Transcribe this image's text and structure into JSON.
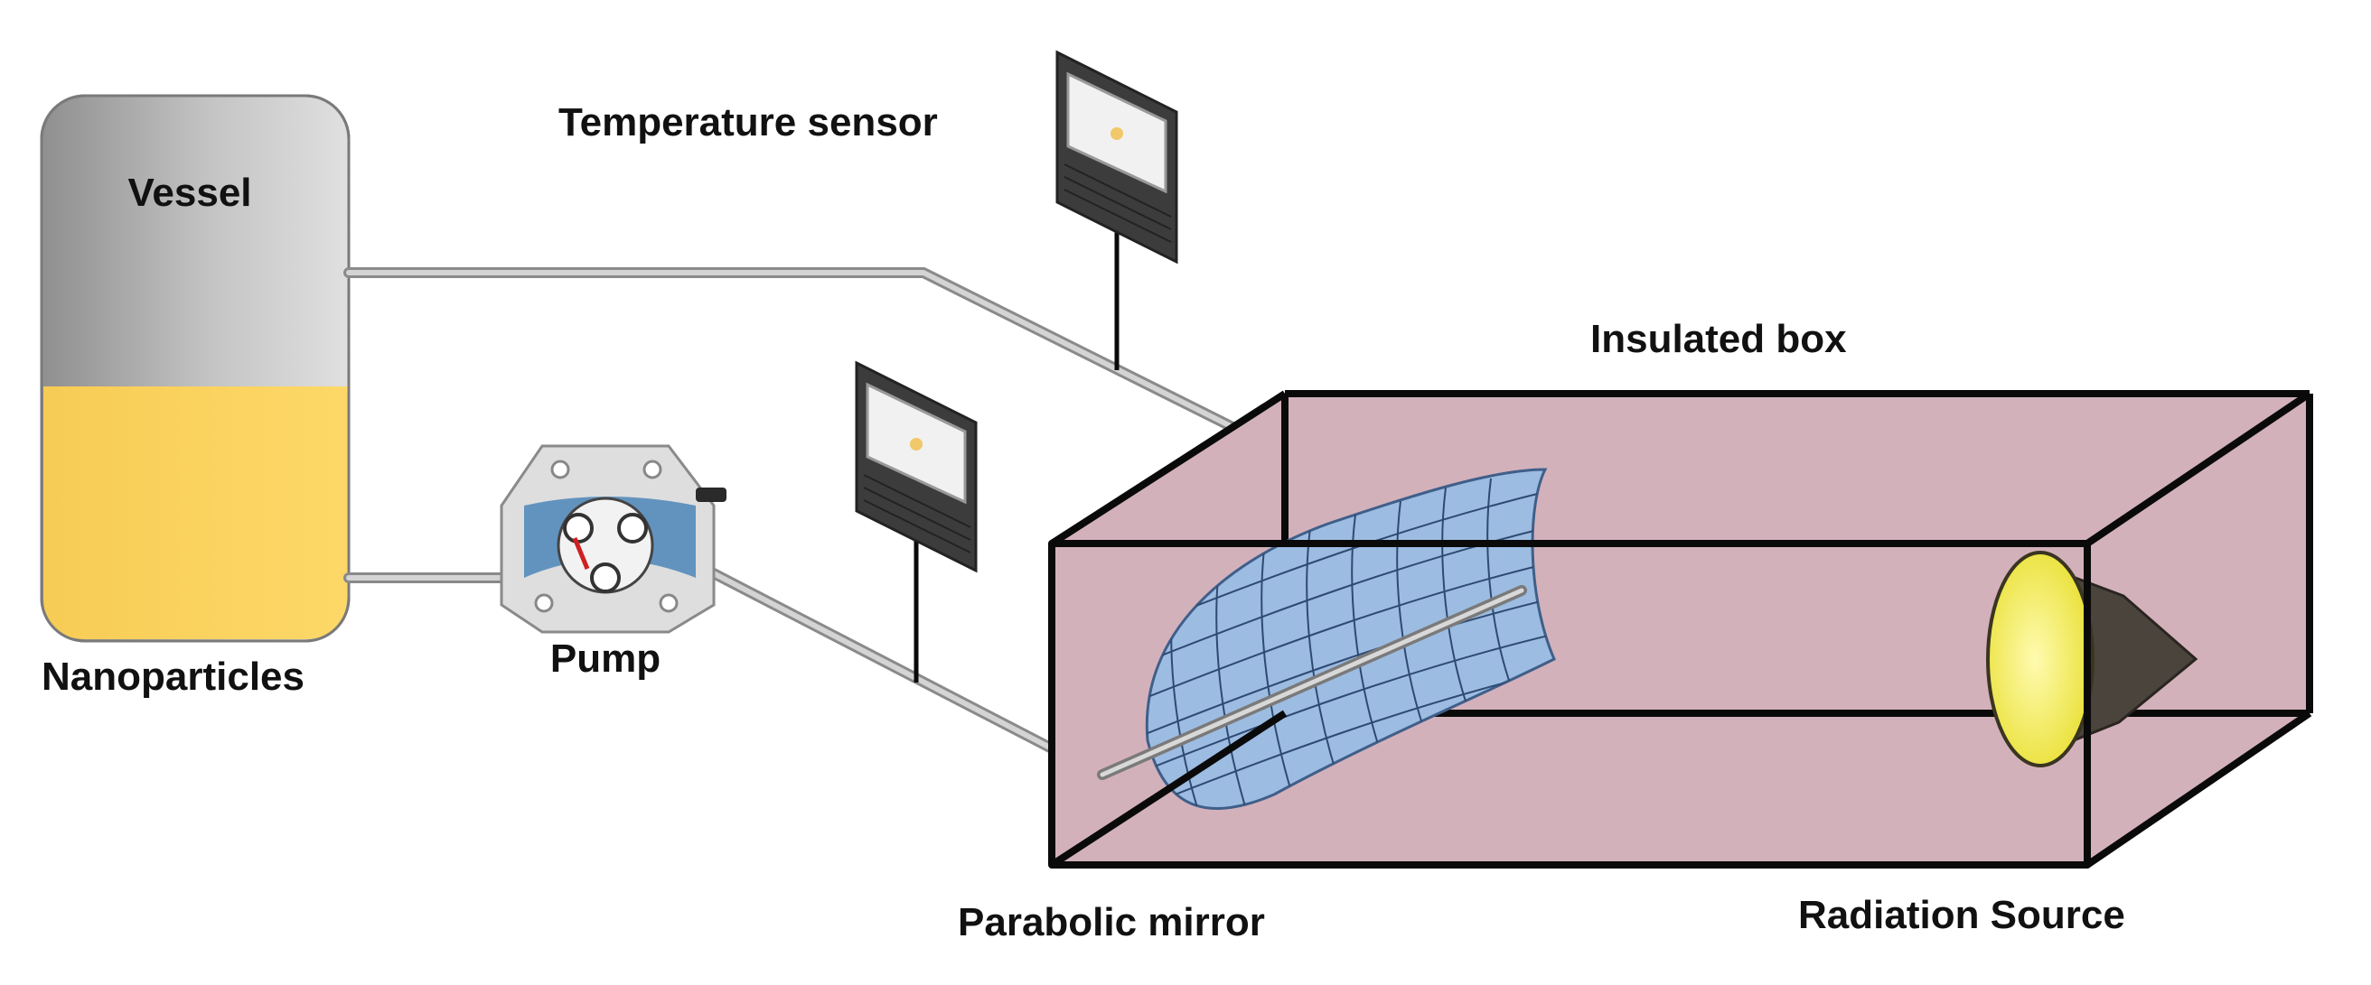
{
  "labels": {
    "vessel": "Vessel",
    "nanoparticles": "Nanoparticles",
    "pump": "Pump",
    "temperature_sensor": "Temperature sensor",
    "insulated_box": "Insulated box",
    "parabolic_mirror": "Parabolic mirror",
    "radiation_source": "Radiation Source"
  },
  "colors": {
    "vessel_top": "#9a9a9a",
    "vessel_fluid": "#fad465",
    "box_fill": "#d2b0ba",
    "mirror": "#9cbbe0",
    "lamp": "#f5ef5a",
    "pipe": "#b8b8b8",
    "sensor": "#3a3a3a"
  }
}
